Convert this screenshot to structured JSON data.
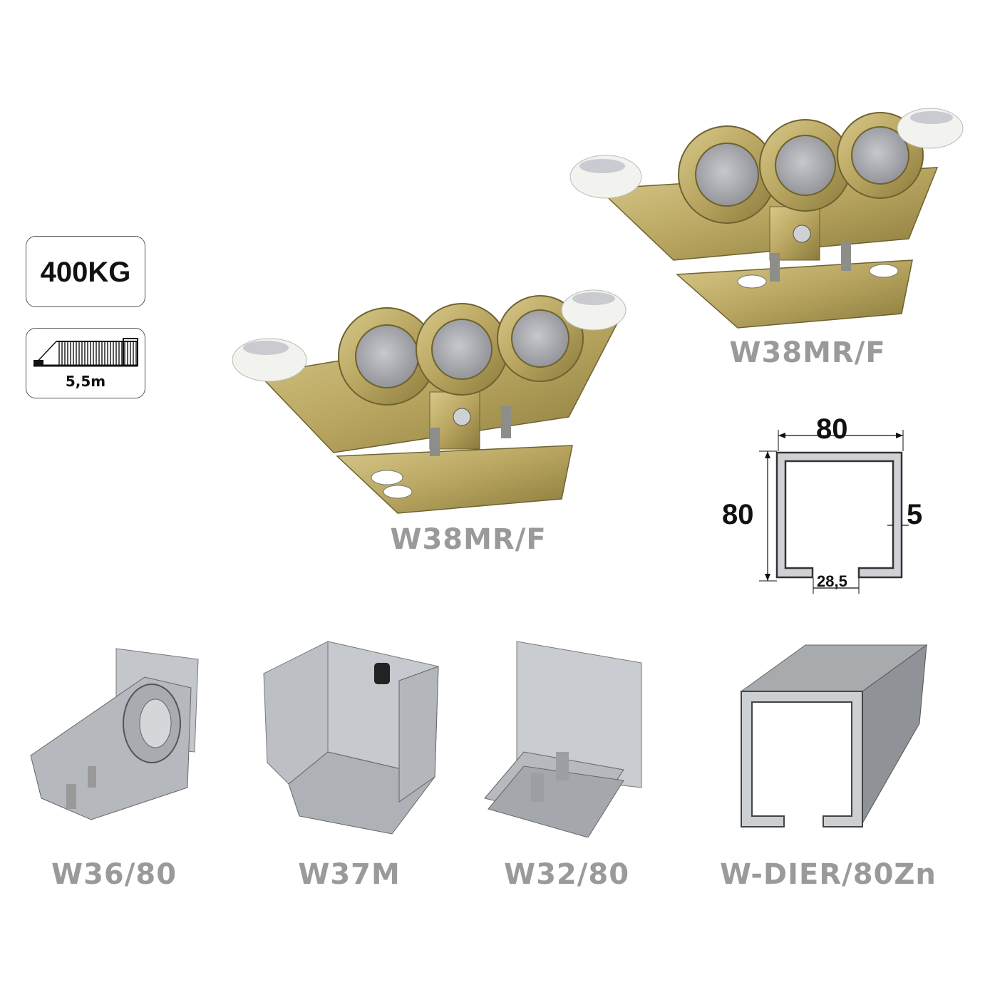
{
  "badges": {
    "max_weight": "400KG",
    "max_length": "5,5m"
  },
  "products": {
    "carriage_large": "W38MR/F",
    "carriage_main": "W38MR/F",
    "guide_roller": "W36/80",
    "end_stop": "W37M",
    "support_plate": "W32/80",
    "rail": "W-DIER/80Zn"
  },
  "profile_diagram": {
    "width": "80",
    "height": "80",
    "thickness": "5",
    "slot": "28,5"
  },
  "colors": {
    "label_gray": "#9a9a9a",
    "brass": "#b8a560",
    "steel": "#b9bcc0"
  }
}
